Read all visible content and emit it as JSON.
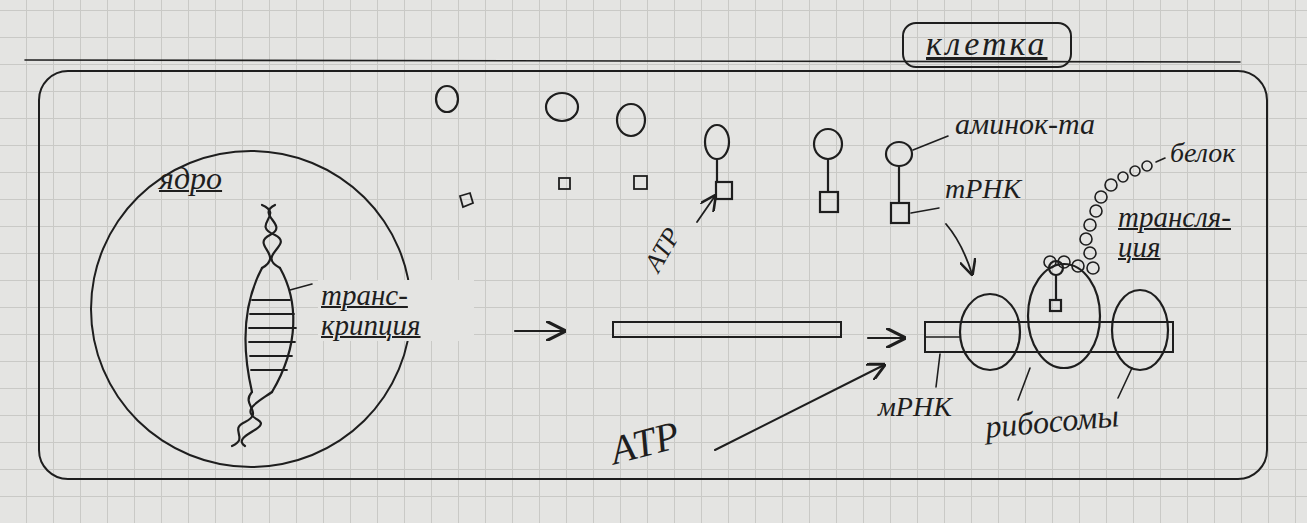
{
  "diagram": {
    "nodes": [
      {
        "text": [
          "клетка"
        ]
      },
      {
        "text": [
          "ядро"
        ],
        "in": 0
      }
    ],
    "labels": [
      "транс- крипция",
      "аминок-та",
      "тРНК",
      "АТР",
      "белок",
      "трансля- ция",
      "АТР",
      "мРНК",
      "рибосомы"
    ]
  }
}
